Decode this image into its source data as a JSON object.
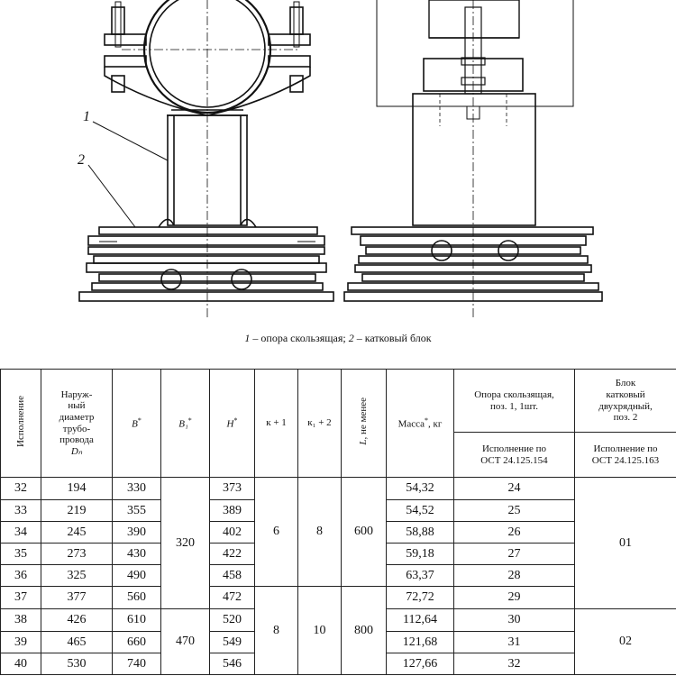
{
  "drawing": {
    "callout_1": "1",
    "callout_2": "2"
  },
  "caption": {
    "num1": "1",
    "text1": " – опора скользящая; ",
    "num2": "2",
    "text2": " – катковый блок"
  },
  "table": {
    "headers": {
      "ispolnenie": "Исполнение",
      "diam_l1": "Наруж-",
      "diam_l2": "ный",
      "diam_l3": "диаметр",
      "diam_l4": "трубо-",
      "diam_l5": "провода",
      "diam_l6": "Dₙ",
      "B": "B",
      "B1": "B₁",
      "H": "H",
      "k1": "к + 1",
      "k2": "к₁ + 2",
      "L": "L,",
      "L_sub": "не менее",
      "mass": "Масса",
      "mass_unit": ", кг",
      "opora_l1": "Опора скользящая,",
      "opora_l2": "поз. 1, 1шт.",
      "block_l1": "Блок",
      "block_l2": "катковый",
      "block_l3": "двухрядный,",
      "block_l4": "поз. 2",
      "opora_sub_l1": "Исполнение по",
      "opora_sub_l2": "ОСТ 24.125.154",
      "block_sub_l1": "Исполнение по",
      "block_sub_l2": "ОСТ 24.125.163",
      "star": "*"
    },
    "rows": [
      {
        "isp": "32",
        "dn": "194",
        "b": "330",
        "h": "373",
        "mass": "54,32",
        "opora": "24"
      },
      {
        "isp": "33",
        "dn": "219",
        "b": "355",
        "h": "389",
        "mass": "54,52",
        "opora": "25"
      },
      {
        "isp": "34",
        "dn": "245",
        "b": "390",
        "h": "402",
        "mass": "58,88",
        "opora": "26"
      },
      {
        "isp": "35",
        "dn": "273",
        "b": "430",
        "h": "422",
        "mass": "59,18",
        "opora": "27"
      },
      {
        "isp": "36",
        "dn": "325",
        "b": "490",
        "h": "458",
        "mass": "63,37",
        "opora": "28"
      },
      {
        "isp": "37",
        "dn": "377",
        "b": "560",
        "h": "472",
        "mass": "72,72",
        "opora": "29"
      },
      {
        "isp": "38",
        "dn": "426",
        "b": "610",
        "h": "520",
        "mass": "112,64",
        "opora": "30"
      },
      {
        "isp": "39",
        "dn": "465",
        "b": "660",
        "h": "549",
        "mass": "121,68",
        "opora": "31"
      },
      {
        "isp": "40",
        "dn": "530",
        "b": "740",
        "h": "546",
        "mass": "127,66",
        "opora": "32"
      }
    ],
    "merged": {
      "b1_group1": "320",
      "b1_group2": "470",
      "k1_group1": "6",
      "k1_group2": "8",
      "k2_group1": "8",
      "k2_group2": "10",
      "L_group1": "600",
      "L_group2": "800",
      "block_group1": "01",
      "block_group2": "02"
    }
  }
}
